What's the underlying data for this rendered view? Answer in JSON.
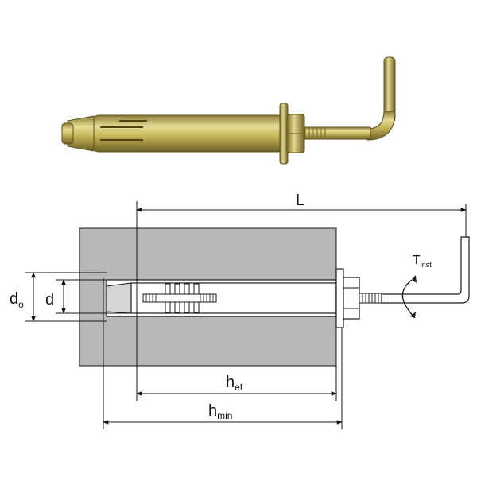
{
  "labels": {
    "L": "L",
    "hef_main": "h",
    "hef_sub": "ef",
    "hmin_main": "h",
    "hmin_sub": "min",
    "d0_main": "d",
    "d0_sub": "o",
    "d": "d",
    "tinst_main": "T",
    "tinst_sub": "inst"
  },
  "colors": {
    "concrete": "#b7b7b7",
    "hole": "#ffffff",
    "metal_light": "#d8cf86",
    "metal_dark": "#8c7a2e",
    "line": "#1a1a1a"
  }
}
